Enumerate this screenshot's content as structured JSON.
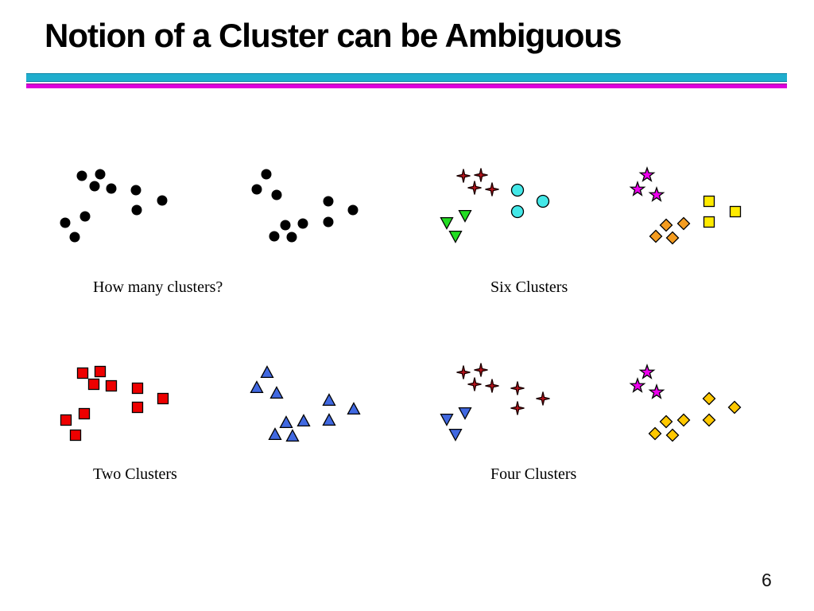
{
  "slide": {
    "title": "Notion of a Cluster can be Ambiguous",
    "page_number": "6",
    "accent_lines": {
      "cyan": "#1fadcd",
      "magenta": "#dd00dd"
    }
  },
  "chart_data": [
    {
      "type": "scatter",
      "figure": "top-left",
      "caption": "How many clusters?",
      "clusters": [
        {
          "name": "black-dots-left-group",
          "marker": "circle",
          "color": "#000000",
          "stroke": null,
          "size": 13,
          "points": [
            [
              103,
              221
            ],
            [
              126,
              219
            ],
            [
              119,
              234
            ],
            [
              140,
              237
            ],
            [
              171,
              239
            ],
            [
              204,
              252
            ],
            [
              172,
              264
            ],
            [
              107,
              272
            ],
            [
              82,
              280
            ],
            [
              94,
              298
            ]
          ]
        },
        {
          "name": "black-dots-right-group",
          "marker": "circle",
          "color": "#000000",
          "stroke": null,
          "size": 13,
          "points": [
            [
              335,
              219
            ],
            [
              323,
              238
            ],
            [
              348,
              245
            ],
            [
              413,
              253
            ],
            [
              444,
              264
            ],
            [
              413,
              279
            ],
            [
              359,
              283
            ],
            [
              381,
              281
            ],
            [
              345,
              297
            ],
            [
              367,
              298
            ]
          ]
        }
      ]
    },
    {
      "type": "scatter",
      "figure": "top-right",
      "caption": "Six Clusters",
      "clusters": [
        {
          "name": "dark-red-sparkles",
          "marker": "sparkle4",
          "color": "#b5121b",
          "stroke": "#1a0000",
          "size": 17,
          "points": [
            [
              583,
              221
            ],
            [
              605,
              220
            ],
            [
              597,
              236
            ],
            [
              619,
              238
            ]
          ]
        },
        {
          "name": "cyan-circles",
          "marker": "circle",
          "color": "#44e8e8",
          "stroke": "#000000",
          "size": 15,
          "points": [
            [
              651,
              239
            ],
            [
              683,
              253
            ],
            [
              651,
              266
            ]
          ]
        },
        {
          "name": "green-down-triangles",
          "marker": "triangle-down",
          "color": "#22dd22",
          "stroke": "#000000",
          "size": 15,
          "points": [
            [
              585,
              271
            ],
            [
              562,
              280
            ],
            [
              573,
              297
            ]
          ]
        },
        {
          "name": "magenta-stars",
          "marker": "star5",
          "color": "#ee00ee",
          "stroke": "#000000",
          "size": 18,
          "points": [
            [
              814,
              220
            ],
            [
              802,
              238
            ],
            [
              826,
              245
            ]
          ]
        },
        {
          "name": "yellow-squares",
          "marker": "square",
          "color": "#ffeb00",
          "stroke": "#000000",
          "size": 13,
          "points": [
            [
              892,
              253
            ],
            [
              925,
              266
            ],
            [
              892,
              279
            ]
          ]
        },
        {
          "name": "orange-diamonds",
          "marker": "diamond",
          "color": "#f49c20",
          "stroke": "#000000",
          "size": 15,
          "points": [
            [
              838,
              283
            ],
            [
              860,
              281
            ],
            [
              825,
              297
            ],
            [
              846,
              299
            ]
          ]
        }
      ]
    },
    {
      "type": "scatter",
      "figure": "bottom-left",
      "caption": "Two Clusters",
      "clusters": [
        {
          "name": "red-squares",
          "marker": "square",
          "color": "#ee0000",
          "stroke": "#000000",
          "size": 13,
          "points": [
            [
              104,
              469
            ],
            [
              126,
              467
            ],
            [
              118,
              483
            ],
            [
              140,
              485
            ],
            [
              173,
              488
            ],
            [
              205,
              501
            ],
            [
              173,
              512
            ],
            [
              106,
              520
            ],
            [
              83,
              528
            ],
            [
              95,
              547
            ]
          ]
        },
        {
          "name": "blue-up-triangles",
          "marker": "triangle-up",
          "color": "#4169e1",
          "stroke": "#000000",
          "size": 15,
          "points": [
            [
              336,
              468
            ],
            [
              323,
              487
            ],
            [
              348,
              494
            ],
            [
              414,
              503
            ],
            [
              445,
              514
            ],
            [
              414,
              528
            ],
            [
              360,
              531
            ],
            [
              382,
              529
            ],
            [
              346,
              546
            ],
            [
              368,
              548
            ]
          ]
        }
      ]
    },
    {
      "type": "scatter",
      "figure": "bottom-right",
      "caption": "Four Clusters",
      "clusters": [
        {
          "name": "dark-red-sparkles",
          "marker": "sparkle4",
          "color": "#b5121b",
          "stroke": "#1a0000",
          "size": 17,
          "points": [
            [
              583,
              468
            ],
            [
              605,
              465
            ],
            [
              597,
              483
            ],
            [
              619,
              485
            ],
            [
              651,
              488
            ],
            [
              683,
              501
            ],
            [
              651,
              513
            ]
          ]
        },
        {
          "name": "blue-down-triangles",
          "marker": "triangle-down",
          "color": "#4169e1",
          "stroke": "#000000",
          "size": 15,
          "points": [
            [
              585,
              519
            ],
            [
              562,
              527
            ],
            [
              573,
              546
            ]
          ]
        },
        {
          "name": "magenta-stars",
          "marker": "star5",
          "color": "#ee00ee",
          "stroke": "#000000",
          "size": 18,
          "points": [
            [
              814,
              468
            ],
            [
              802,
              485
            ],
            [
              826,
              493
            ]
          ]
        },
        {
          "name": "gold-diamonds",
          "marker": "diamond",
          "color": "#ffc800",
          "stroke": "#000000",
          "size": 15,
          "points": [
            [
              892,
              501
            ],
            [
              924,
              512
            ],
            [
              892,
              528
            ],
            [
              838,
              530
            ],
            [
              860,
              528
            ],
            [
              824,
              545
            ],
            [
              846,
              547
            ]
          ]
        }
      ]
    }
  ]
}
